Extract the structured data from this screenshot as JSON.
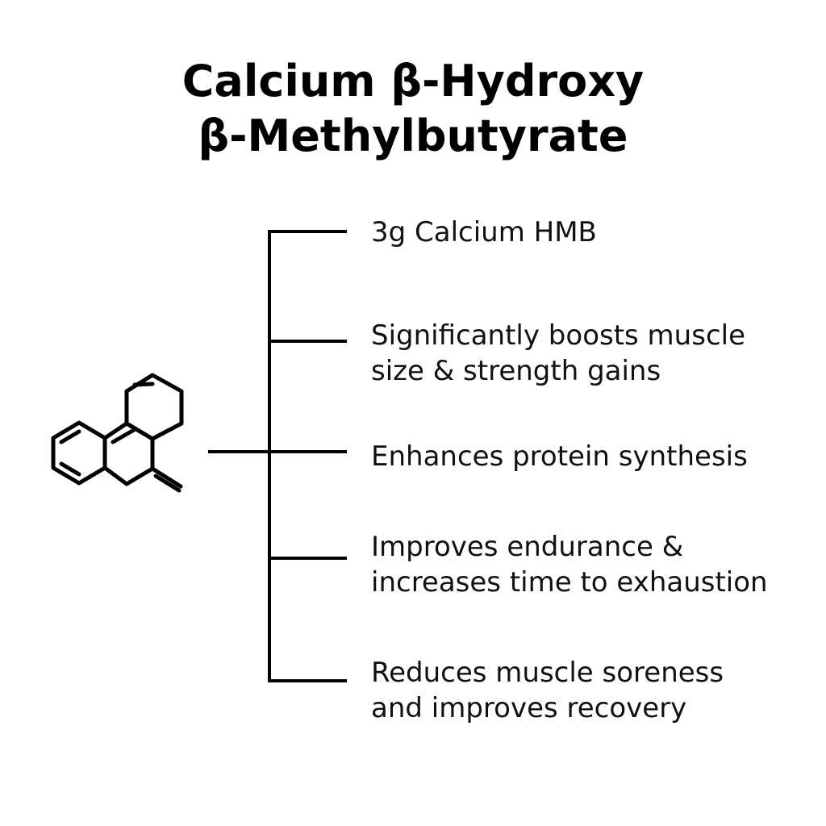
{
  "title": {
    "line1": "Calcium  β-Hydroxy",
    "line2": "β-Methylbutyrate"
  },
  "items": [
    {
      "label": "3g Calcium HMB"
    },
    {
      "label": "Significantly boosts muscle\nsize & strength gains"
    },
    {
      "label": "Enhances protein synthesis"
    },
    {
      "label": "Improves endurance &\nincreases time to exhaustion"
    },
    {
      "label": "Reduces muscle soreness\nand improves recovery"
    }
  ],
  "colors": {
    "line": "#000000",
    "text": "#111111",
    "background": "#ffffff"
  },
  "icons": {
    "molecule": "chemical-structure-icon"
  }
}
